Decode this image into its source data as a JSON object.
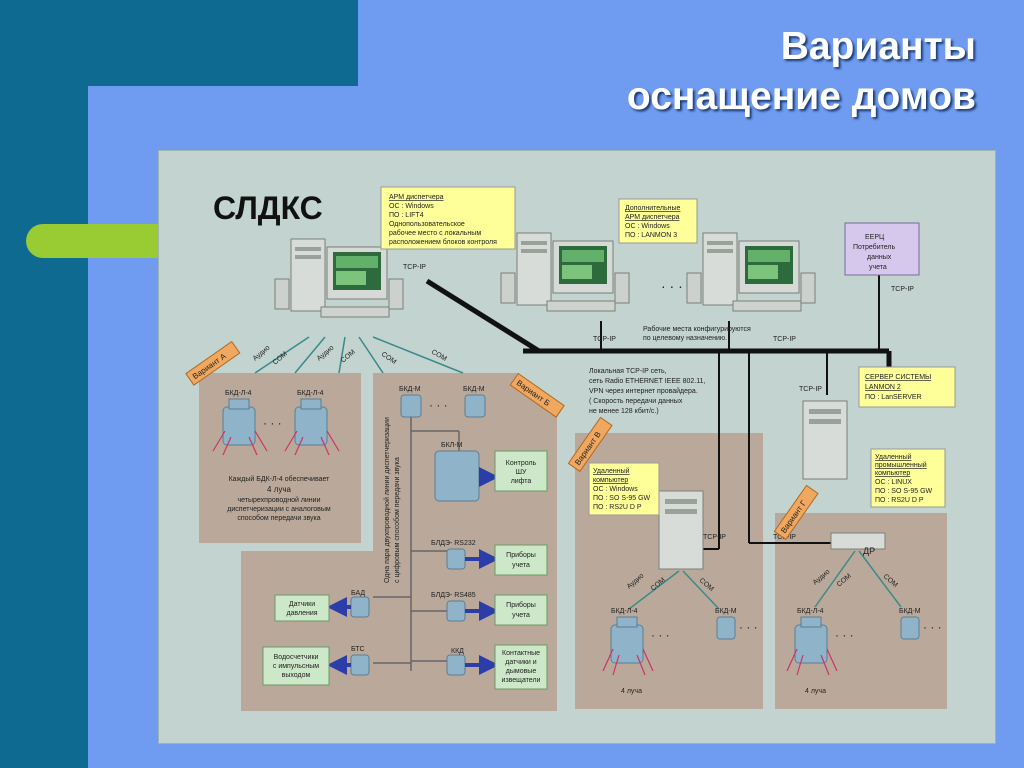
{
  "title": {
    "line1": "Варианты",
    "line2": "оснащение домов"
  },
  "diagram": {
    "heading": "СЛДКС",
    "callouts": {
      "arm": [
        "АРМ диспетчера",
        "ОС : Windows",
        "ПО : LIFT4",
        "Однопользовательское",
        "рабочее место с локальным",
        "расположением блоков контроля"
      ],
      "arm_extra": [
        "Дополнительные",
        "АРМ диспетчера",
        "ОС : Windows",
        "ПО : LANMON 3"
      ],
      "erc": [
        "ЕЕРЦ",
        "Потребитель",
        "данных",
        "учета"
      ],
      "server": [
        "СЕРВЕР СИСТЕМЫ",
        "LANMON 2",
        "ПО : LanSERVER"
      ],
      "remote_pc": [
        "Удаленный",
        "компьютер",
        "ОС : Windows",
        "ПО : SO S-95 GW",
        "ПО : RS2U D P"
      ],
      "remote_ipc": [
        "Удаленный",
        "промышленный",
        "компьютер",
        "ОС : LINUX",
        "ПО : SO S-95 GW",
        "ПО : RS2U D P"
      ],
      "workplaces": [
        "Рабочие места конфигурируются",
        "по целевому назначению."
      ],
      "lan": [
        "Локальная TCP-IP сеть,",
        "сеть Radio ETHERNET IEEE 802.11,",
        "VPN через интернет провайдера.",
        "( Скорость передачи данных",
        "не менее 128 кбит/с.)"
      ]
    },
    "tcp_ip": "TCP-IP",
    "variants": {
      "a": "Вариант А",
      "b": "Вариант Б",
      "v": "Вариант В",
      "g": "Вариант Г"
    },
    "link_labels": {
      "audio": "Аудио",
      "com": "COM"
    },
    "blocks": {
      "bkd_l4": "БКД-Л-4",
      "bkd_m": "БКД-М",
      "bkl_m": "БКЛ-М",
      "blds_rs232": "БЛДЭ- RS232",
      "blds_rs485": "БЛДЭ- RS485",
      "bad": "БАД",
      "bts": "БТС",
      "kkd": "ККД",
      "dr": "ДР"
    },
    "variant_a_text": [
      "Каждый БДК-Л-4 обеспечивает",
      "4 луча",
      "четырехпроводной линии",
      "диспетчеризации с аналоговым",
      "способом передачи звука"
    ],
    "variant_b_vertical": [
      "Одна пара двухпроводной линии диспетчеризации",
      "с цифровым способом передачи звука"
    ],
    "devices": {
      "lift_control": [
        "Контроль",
        "ШУ",
        "лифта"
      ],
      "meters_1": [
        "Приборы",
        "учета"
      ],
      "meters_2": [
        "Приборы",
        "учета"
      ],
      "pressure": [
        "Датчики",
        "давления"
      ],
      "water": [
        "Водосчетчики",
        "с импульсным",
        "выходом"
      ],
      "contact": [
        "Контактные",
        "датчики и",
        "дымовые",
        "извещатели"
      ]
    },
    "rays_4": "4 луча",
    "ellipsis": "· · ·"
  }
}
